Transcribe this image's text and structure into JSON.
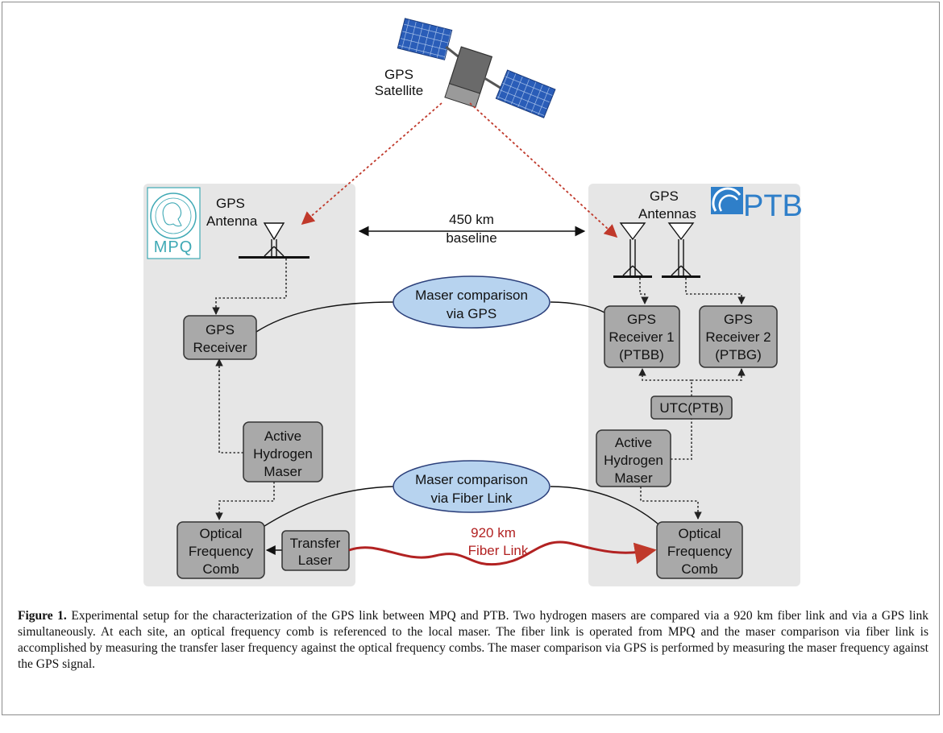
{
  "satellite": {
    "label_1": "GPS",
    "label_2": "Satellite"
  },
  "mpq": {
    "logo_text": "MPQ",
    "antenna_1": "GPS",
    "antenna_2": "Antenna",
    "receiver_1": "GPS",
    "receiver_2": "Receiver",
    "maser_1": "Active",
    "maser_2": "Hydrogen",
    "maser_3": "Maser",
    "comb_1": "Optical",
    "comb_2": "Frequency",
    "comb_3": "Comb",
    "laser_1": "Transfer",
    "laser_2": "Laser"
  },
  "ptb": {
    "logo_text": "PTB",
    "antenna_1": "GPS",
    "antenna_2": "Antennas",
    "receiver1_1": "GPS",
    "receiver1_2": "Receiver 1",
    "receiver1_3": "(PTBB)",
    "receiver2_1": "GPS",
    "receiver2_2": "Receiver 2",
    "receiver2_3": "(PTBG)",
    "utc": "UTC(PTB)",
    "maser_1": "Active",
    "maser_2": "Hydrogen",
    "maser_3": "Maser",
    "comb_1": "Optical",
    "comb_2": "Frequency",
    "comb_3": "Comb"
  },
  "baseline": {
    "line_1": "450 km",
    "line_2": "baseline"
  },
  "gps_comparison": {
    "line_1": "Maser comparison",
    "line_2": "via GPS"
  },
  "fiber_comparison": {
    "line_1": "Maser comparison",
    "line_2": "via Fiber Link"
  },
  "fiber_link": {
    "line_1": "920 km",
    "line_2": "Fiber Link"
  },
  "caption": {
    "label": "Figure 1.",
    "text": " Experimental setup for the characterization of the GPS link between MPQ and PTB. Two hydrogen masers are compared via a 920 km fiber link and via a GPS link simultaneously. At each site, an optical frequency comb is referenced to the local maser. The fiber link is operated from MPQ and the maser comparison via fiber link is accomplished by measuring the transfer laser frequency against the optical frequency combs. The maser comparison via GPS is performed by measuring the maser frequency against the GPS signal."
  },
  "colors": {
    "site_panel": "#e6e6e6",
    "box_fill": "#a9a9a9",
    "ellipse_fill": "#b7d3ef",
    "ellipse_stroke": "#2b3f7a",
    "fiber_red": "#b22222",
    "signal_red": "#c0392b",
    "ptb_blue": "#2f7fc9",
    "mpq_teal": "#3fa9b5"
  }
}
